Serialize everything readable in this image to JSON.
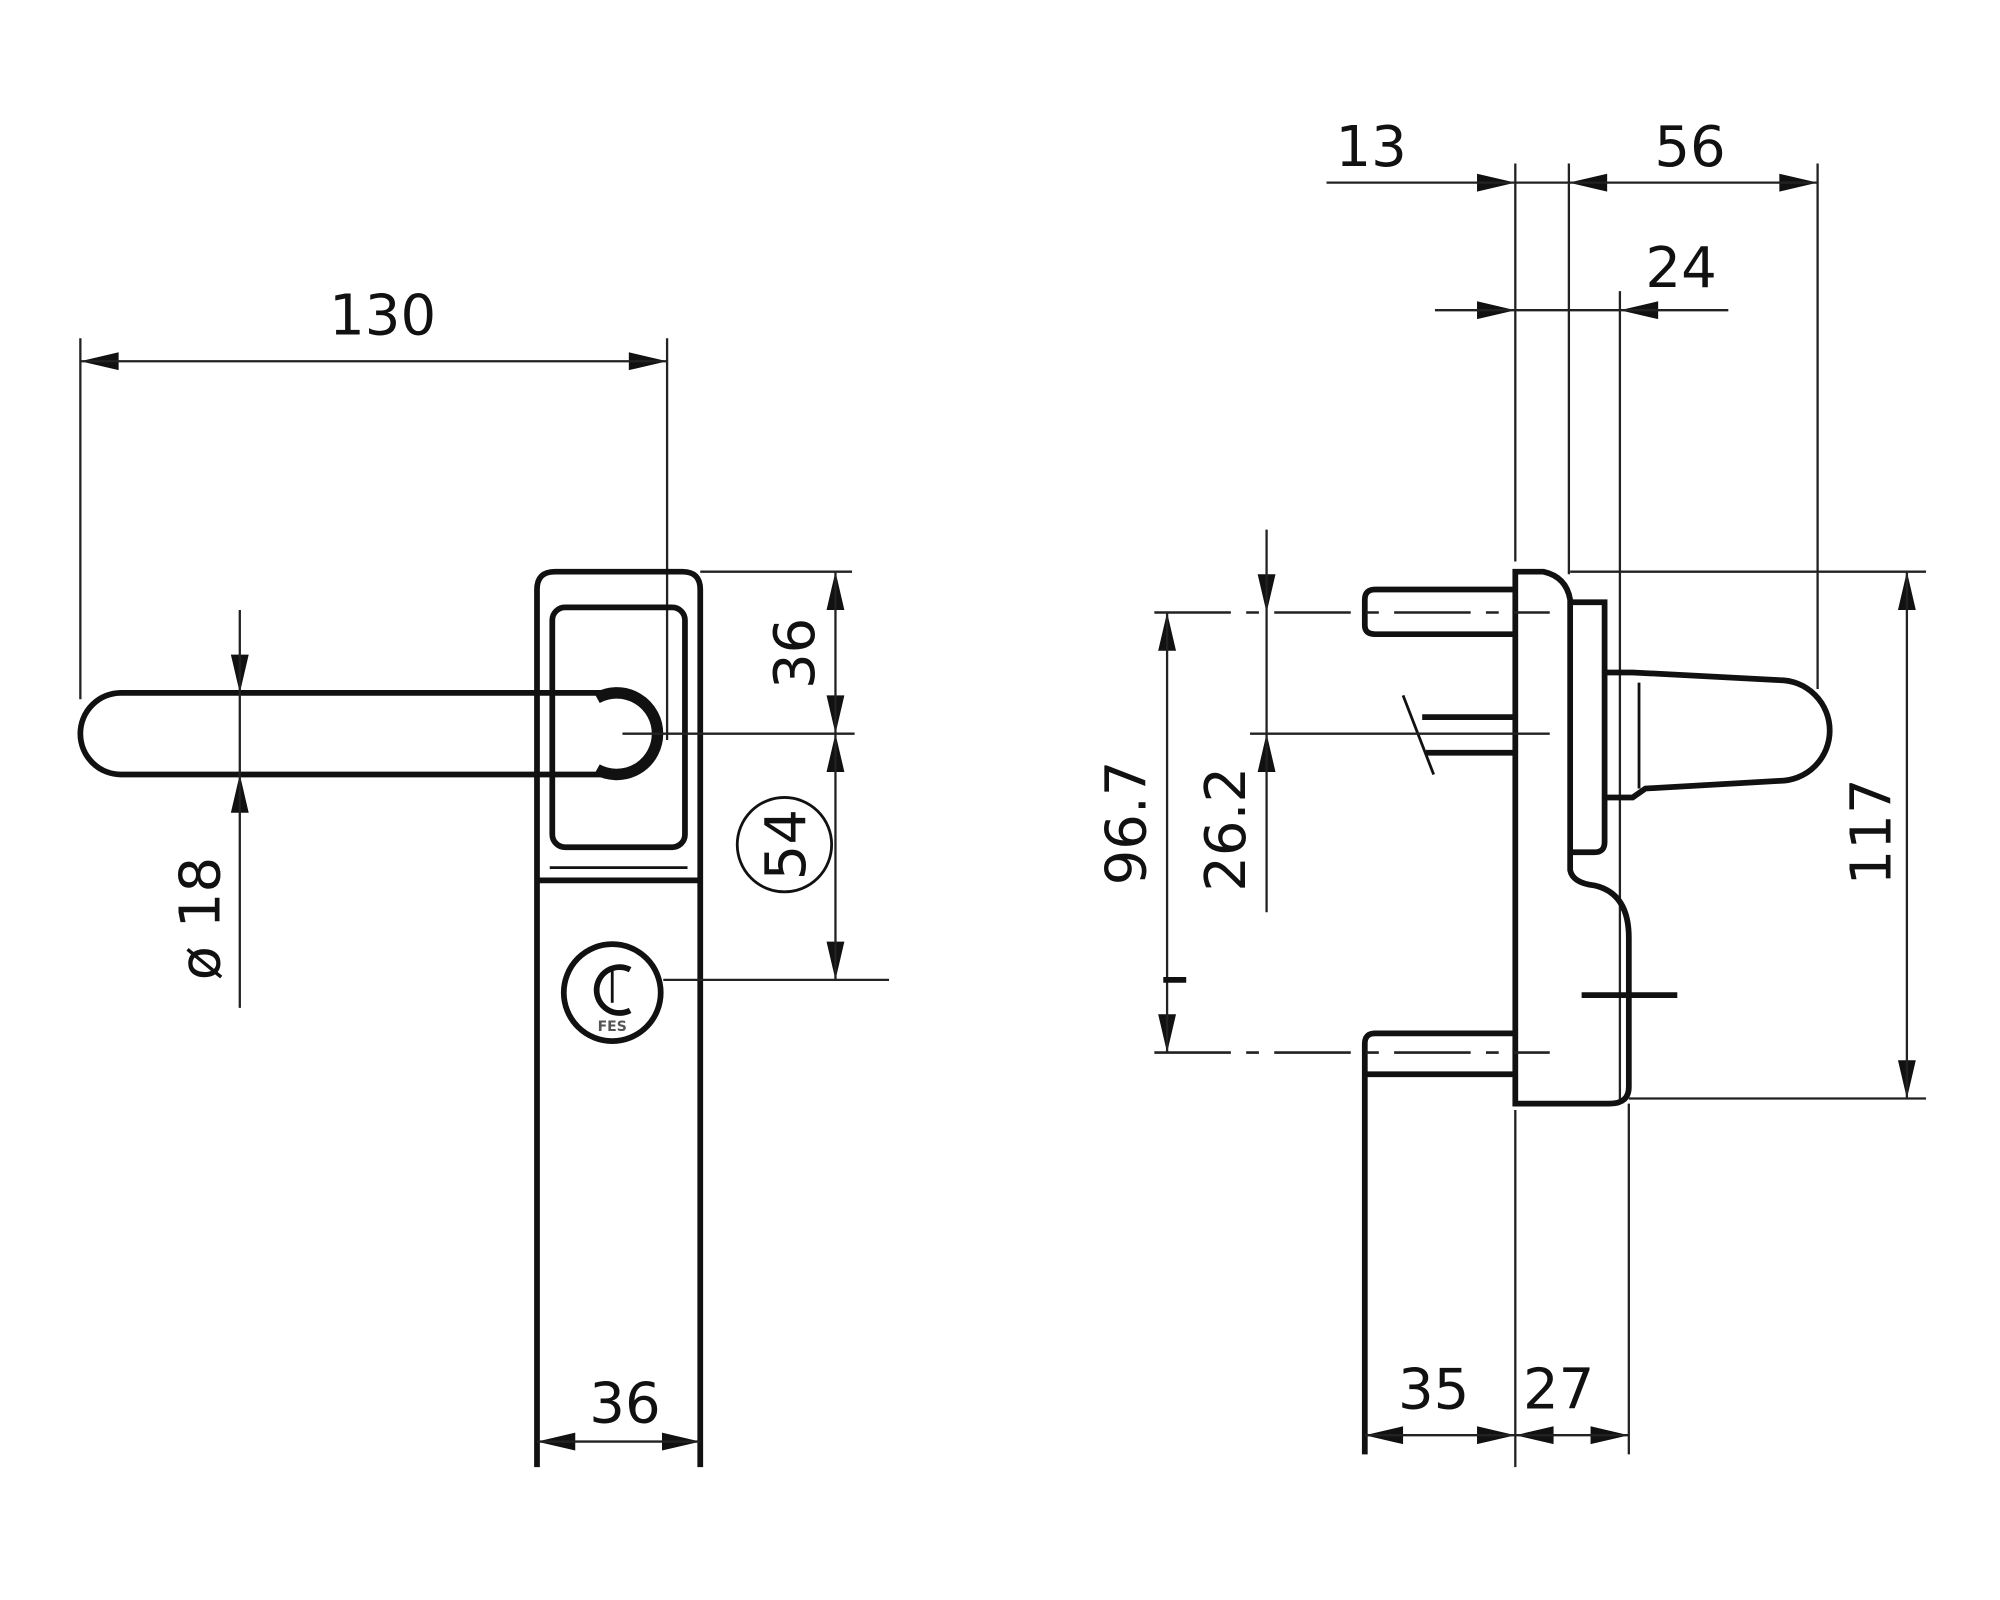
{
  "drawing": {
    "front_view": {
      "handle_length": "130",
      "handle_diameter": "ø 18",
      "rose_to_spindle": "36",
      "spindle_to_cylinder": "54",
      "plate_width": "36",
      "cylinder_logo": "FES"
    },
    "side_view": {
      "plate_thickness": "13",
      "handle_projection": "56",
      "rose_offset": "24",
      "pin_spacing": "96.7",
      "spindle_offset": "26.2",
      "overall_height": "117",
      "pin_length": "35",
      "body_depth": "27"
    }
  }
}
